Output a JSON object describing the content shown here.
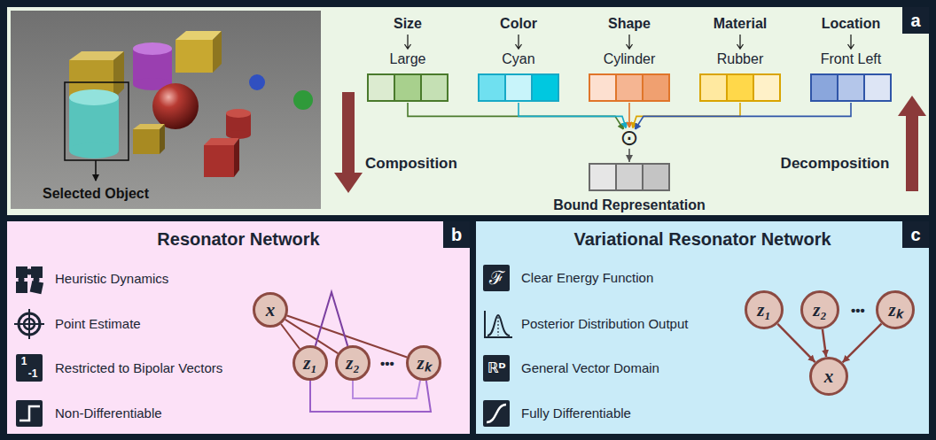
{
  "diagram": {
    "nodes": [
      {
        "text": [
          "a"
        ]
      },
      {
        "text": [
          "Size",
          "Large"
        ],
        "in": 0
      },
      {
        "text": [
          "Color",
          "Cyan"
        ],
        "in": 0
      },
      {
        "text": [
          "Shape",
          "Cylinder"
        ],
        "in": 0
      },
      {
        "text": [
          "Material",
          "Rubber"
        ],
        "in": 0
      },
      {
        "text": [
          "Location",
          "Front Left"
        ],
        "in": 0
      },
      {
        "text": [
          "⊙"
        ],
        "in": 0
      },
      {
        "text": [
          "Bound Representation"
        ],
        "in": 0
      },
      {
        "text": [
          "Resonator Network",
          "b"
        ]
      },
      {
        "text": [
          "x"
        ],
        "in": 8
      },
      {
        "text": [
          "z₁"
        ],
        "in": 8
      },
      {
        "text": [
          "z₂"
        ],
        "in": 8
      },
      {
        "text": [
          "zₖ"
        ],
        "in": 8
      },
      {
        "text": [
          "Variational Resonator Network",
          "c"
        ]
      },
      {
        "text": [
          "z₁"
        ],
        "in": 13
      },
      {
        "text": [
          "z₂"
        ],
        "in": 13
      },
      {
        "text": [
          "zₖ"
        ],
        "in": 13
      },
      {
        "text": [
          "x"
        ],
        "in": 13
      }
    ],
    "edges": [
      {
        "from": 1,
        "to": 6,
        "arrow": "to"
      },
      {
        "from": 2,
        "to": 6,
        "arrow": "to"
      },
      {
        "from": 3,
        "to": 6,
        "arrow": "to"
      },
      {
        "from": 4,
        "to": 6,
        "arrow": "to"
      },
      {
        "from": 5,
        "to": 6,
        "arrow": "to"
      },
      {
        "from": 6,
        "to": 7,
        "arrow": "to"
      },
      {
        "from": 9,
        "to": 10,
        "arrow": "none"
      },
      {
        "from": 9,
        "to": 11,
        "arrow": "none"
      },
      {
        "from": 9,
        "to": 12,
        "arrow": "none"
      },
      {
        "from": 10,
        "to": 11,
        "arrow": "none"
      },
      {
        "from": 10,
        "to": 12,
        "arrow": "none"
      },
      {
        "from": 11,
        "to": 12,
        "arrow": "none"
      },
      {
        "from": 14,
        "to": 17,
        "arrow": "to"
      },
      {
        "from": 15,
        "to": 17,
        "arrow": "to"
      },
      {
        "from": 16,
        "to": 17,
        "arrow": "to"
      }
    ],
    "labels": [
      "Selected Object",
      "Composition",
      "Decomposition",
      "Heuristic Dynamics",
      "Point Estimate",
      "1",
      "-1",
      "Restricted to Bipolar Vectors",
      "Non-Differentiable",
      "•••",
      "ℱ",
      "Clear Energy Function",
      "Posterior Distribution Output",
      "ℝᴰ",
      "General Vector Domain",
      "Fully Differentiable",
      "•••"
    ]
  }
}
